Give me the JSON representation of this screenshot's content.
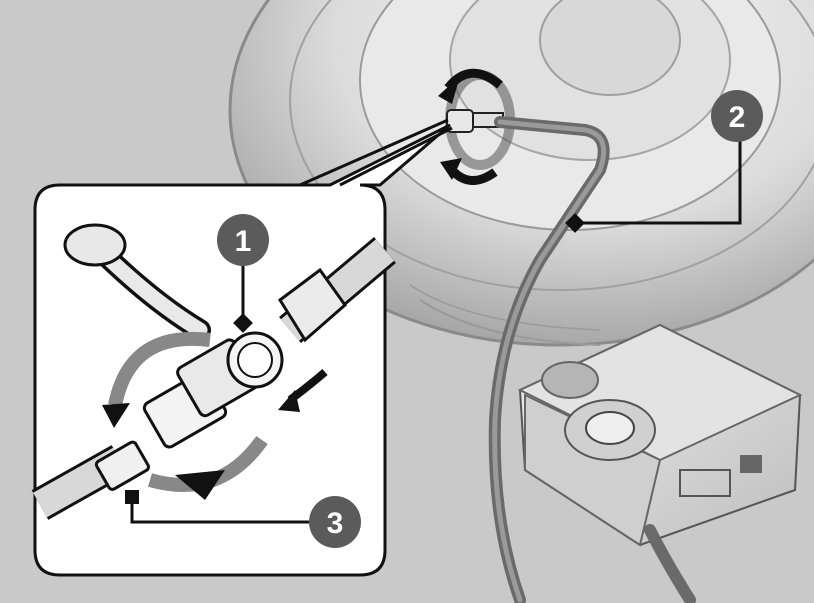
{
  "colors": {
    "background": "#c9c9c9",
    "callout_fill": "#5b5b5b",
    "callout_text": "#ffffff",
    "line": "#111111",
    "inset_fill": "#ffffff"
  },
  "callouts": [
    {
      "id": "1",
      "label": "1"
    },
    {
      "id": "2",
      "label": "2"
    },
    {
      "id": "3",
      "label": "3"
    }
  ],
  "icons": {
    "arrows": "rotation-arrow-icon",
    "tire": "spare-tire-icon",
    "compressor": "air-compressor-icon"
  }
}
